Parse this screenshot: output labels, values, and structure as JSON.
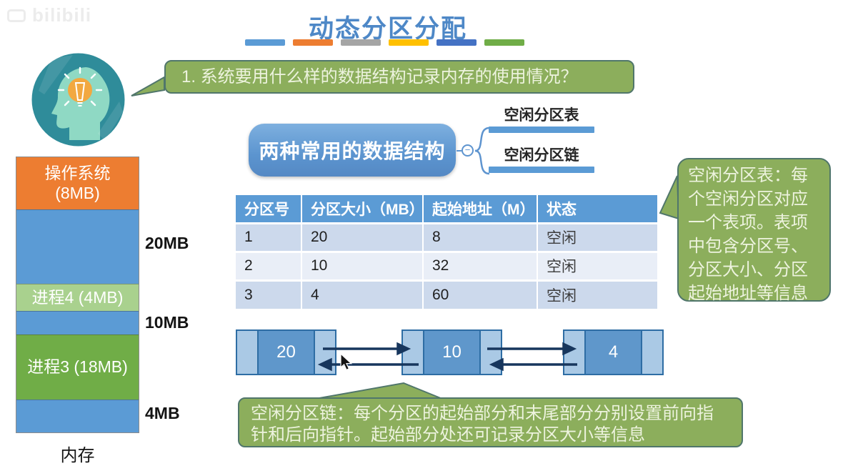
{
  "watermark": {
    "text": "bilibili"
  },
  "header": {
    "title": "动态分区分配",
    "dash_colors": [
      "#5B9BD5",
      "#ED7D31",
      "#A5A5A5",
      "#FFC000",
      "#4472C4",
      "#70AD47"
    ]
  },
  "question_bubble": {
    "text": "1. 系统要用什么样的数据结构记录内存的使用情况？"
  },
  "memory": {
    "caption": "内存",
    "os_label": "操作系统",
    "os_size": "(8MB)",
    "p4_label": "进程4 (4MB)",
    "p3_label": "进程3 (18MB)",
    "free_labels": [
      "20MB",
      "10MB",
      "4MB"
    ],
    "segment_colors": [
      "#ED7D31",
      "#5B9BD5",
      "#A9D18E",
      "#5B9BD5",
      "#70AD47",
      "#5B9BD5"
    ]
  },
  "mindmap": {
    "root": "两种常用的数据结构",
    "collapse_glyph": "−",
    "branches": [
      {
        "label": "空闲分区表"
      },
      {
        "label": "空闲分区链"
      }
    ]
  },
  "free_table": {
    "headers": [
      "分区号",
      "分区大小（MB）",
      "起始地址（M）",
      "状态"
    ],
    "rows": [
      [
        "1",
        "20",
        "8",
        "空闲"
      ],
      [
        "2",
        "10",
        "32",
        "空闲"
      ],
      [
        "3",
        "4",
        "60",
        "空闲"
      ]
    ]
  },
  "table_note": {
    "text": "空闲分区表：每个空闲分区对应一个表项。表项中包含分区号、分区大小、分区起始地址等信息"
  },
  "linked_list": {
    "nodes": [
      "20",
      "10",
      "4"
    ]
  },
  "chain_note": {
    "text": "空闲分区链：每个分区的起始部分和末尾部分分别设置前向指针和后向指针。起始部分处还可记录分区大小等信息"
  },
  "palette": {
    "title_blue": "#4E88C7",
    "bubble_green": "#8CAE5C",
    "bubble_border": "#50766B",
    "table_header_blue": "#5B9BD5",
    "row_dark": "#CCD9EC",
    "row_light": "#E9EEF7",
    "node_light": "#AAC9E5",
    "node_mid": "#5F97CB",
    "node_border": "#2E6DA4",
    "arrow_navy": "#17365D"
  }
}
